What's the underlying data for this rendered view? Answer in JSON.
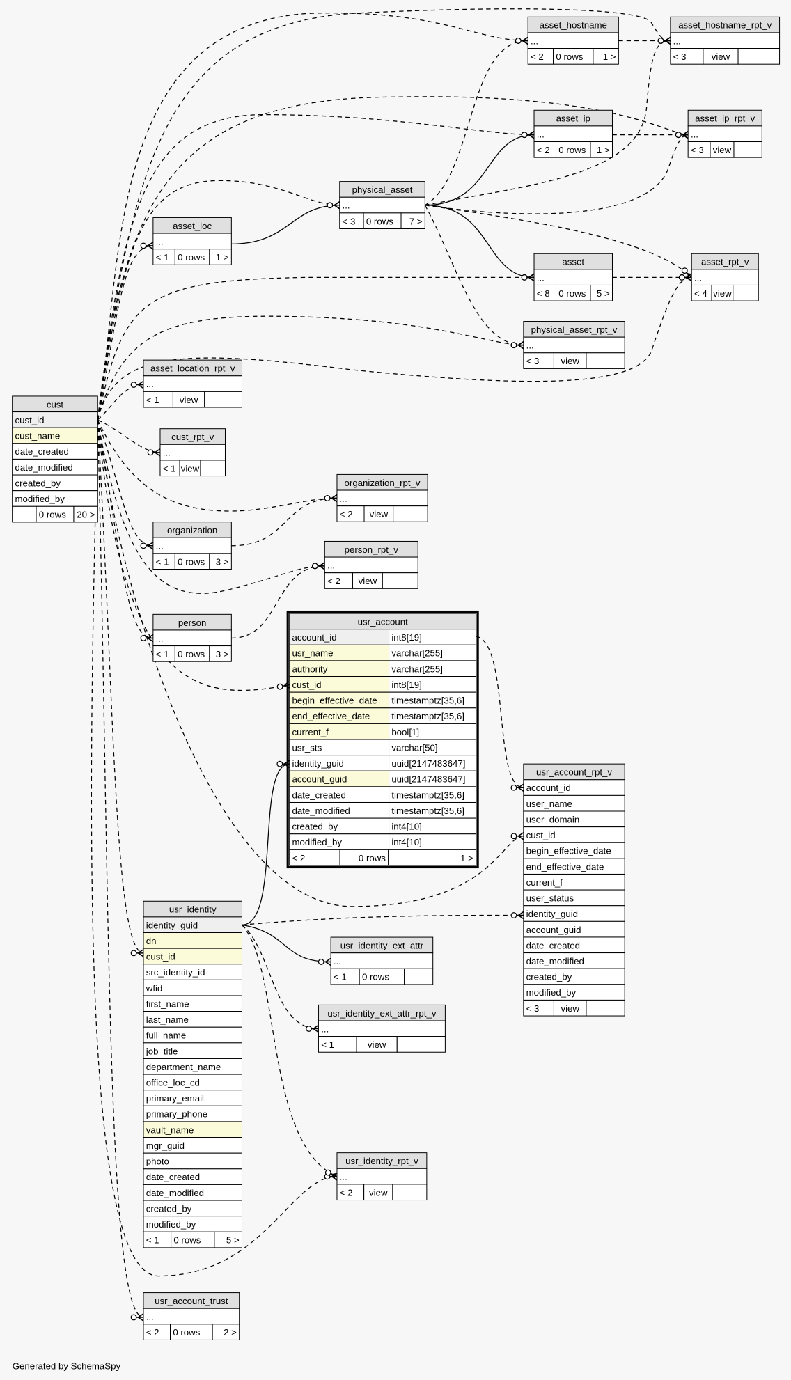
{
  "footer": "Generated by SchemaSpy",
  "colors": {
    "header": "#e0e0e0",
    "key_column": "#efefef",
    "indexed_column": "#fbfbd9",
    "column": "#ffffff",
    "background": "#f7f7f7"
  },
  "tables": [
    {
      "name": "asset_hostname",
      "rows": [
        "..."
      ],
      "footer": [
        "< 2",
        "0 rows",
        "1 >"
      ]
    },
    {
      "name": "asset_hostname_rpt_v",
      "rows": [
        "..."
      ],
      "footer": [
        "< 3",
        "view",
        ""
      ]
    },
    {
      "name": "asset_ip",
      "rows": [
        "..."
      ],
      "footer": [
        "< 2",
        "0 rows",
        "1 >"
      ]
    },
    {
      "name": "asset_ip_rpt_v",
      "rows": [
        "..."
      ],
      "footer": [
        "< 3",
        "view",
        ""
      ]
    },
    {
      "name": "physical_asset",
      "rows": [
        "..."
      ],
      "footer": [
        "< 3",
        "0 rows",
        "7 >"
      ]
    },
    {
      "name": "asset_loc",
      "rows": [
        "..."
      ],
      "footer": [
        "< 1",
        "0 rows",
        "1 >"
      ]
    },
    {
      "name": "asset",
      "rows": [
        "..."
      ],
      "footer": [
        "< 8",
        "0 rows",
        "5 >"
      ]
    },
    {
      "name": "asset_rpt_v",
      "rows": [
        "..."
      ],
      "footer": [
        "< 4",
        "view",
        ""
      ]
    },
    {
      "name": "physical_asset_rpt_v",
      "rows": [
        "..."
      ],
      "footer": [
        "< 3",
        "view",
        ""
      ]
    },
    {
      "name": "asset_location_rpt_v",
      "rows": [
        "..."
      ],
      "footer": [
        "< 1",
        "view",
        ""
      ]
    },
    {
      "name": "cust",
      "rows": [
        "cust_id",
        "cust_name",
        "date_created",
        "date_modified",
        "created_by",
        "modified_by"
      ],
      "key": [
        "cust_id"
      ],
      "indexed": [
        "cust_name"
      ],
      "footer": [
        "",
        "0 rows",
        "20 >"
      ]
    },
    {
      "name": "cust_rpt_v",
      "rows": [
        "..."
      ],
      "footer": [
        "< 1",
        "view",
        ""
      ]
    },
    {
      "name": "organization_rpt_v",
      "rows": [
        "..."
      ],
      "footer": [
        "< 2",
        "view",
        ""
      ]
    },
    {
      "name": "organization",
      "rows": [
        "..."
      ],
      "footer": [
        "< 1",
        "0 rows",
        "3 >"
      ]
    },
    {
      "name": "person_rpt_v",
      "rows": [
        "..."
      ],
      "footer": [
        "< 2",
        "view",
        ""
      ]
    },
    {
      "name": "person",
      "rows": [
        "..."
      ],
      "footer": [
        "< 1",
        "0 rows",
        "3 >"
      ]
    },
    {
      "name": "usr_account",
      "focus": true,
      "rows": [
        "account_id",
        "usr_name",
        "authority",
        "cust_id",
        "begin_effective_date",
        "end_effective_date",
        "current_f",
        "usr_sts",
        "identity_guid",
        "account_guid",
        "date_created",
        "date_modified",
        "created_by",
        "modified_by"
      ],
      "types": [
        "int8[19]",
        "varchar[255]",
        "varchar[255]",
        "int8[19]",
        "timestamptz[35,6]",
        "timestamptz[35,6]",
        "bool[1]",
        "varchar[50]",
        "uuid[2147483647]",
        "uuid[2147483647]",
        "timestamptz[35,6]",
        "timestamptz[35,6]",
        "int4[10]",
        "int4[10]"
      ],
      "key": [
        "account_id"
      ],
      "indexed": [
        "usr_name",
        "authority",
        "cust_id",
        "begin_effective_date",
        "end_effective_date",
        "current_f",
        "account_guid"
      ],
      "footer": [
        "< 2",
        "0 rows",
        "1 >"
      ]
    },
    {
      "name": "usr_account_rpt_v",
      "rows": [
        "account_id",
        "user_name",
        "user_domain",
        "cust_id",
        "begin_effective_date",
        "end_effective_date",
        "current_f",
        "user_status",
        "identity_guid",
        "account_guid",
        "date_created",
        "date_modified",
        "created_by",
        "modified_by"
      ],
      "footer": [
        "< 3",
        "view",
        ""
      ]
    },
    {
      "name": "usr_identity",
      "rows": [
        "identity_guid",
        "dn",
        "cust_id",
        "src_identity_id",
        "wfid",
        "first_name",
        "last_name",
        "full_name",
        "job_title",
        "department_name",
        "office_loc_cd",
        "primary_email",
        "primary_phone",
        "vault_name",
        "mgr_guid",
        "photo",
        "date_created",
        "date_modified",
        "created_by",
        "modified_by"
      ],
      "key": [
        "identity_guid"
      ],
      "indexed": [
        "dn",
        "cust_id",
        "vault_name"
      ],
      "footer": [
        "< 1",
        "0 rows",
        "5 >"
      ]
    },
    {
      "name": "usr_identity_ext_attr",
      "rows": [
        "..."
      ],
      "footer": [
        "< 1",
        "0 rows",
        ""
      ]
    },
    {
      "name": "usr_identity_ext_attr_rpt_v",
      "rows": [
        "..."
      ],
      "footer": [
        "< 1",
        "view",
        ""
      ]
    },
    {
      "name": "usr_identity_rpt_v",
      "rows": [
        "..."
      ],
      "footer": [
        "< 2",
        "view",
        ""
      ]
    },
    {
      "name": "usr_account_trust",
      "rows": [
        "..."
      ],
      "footer": [
        "< 2",
        "0 rows",
        "2 >"
      ]
    }
  ]
}
